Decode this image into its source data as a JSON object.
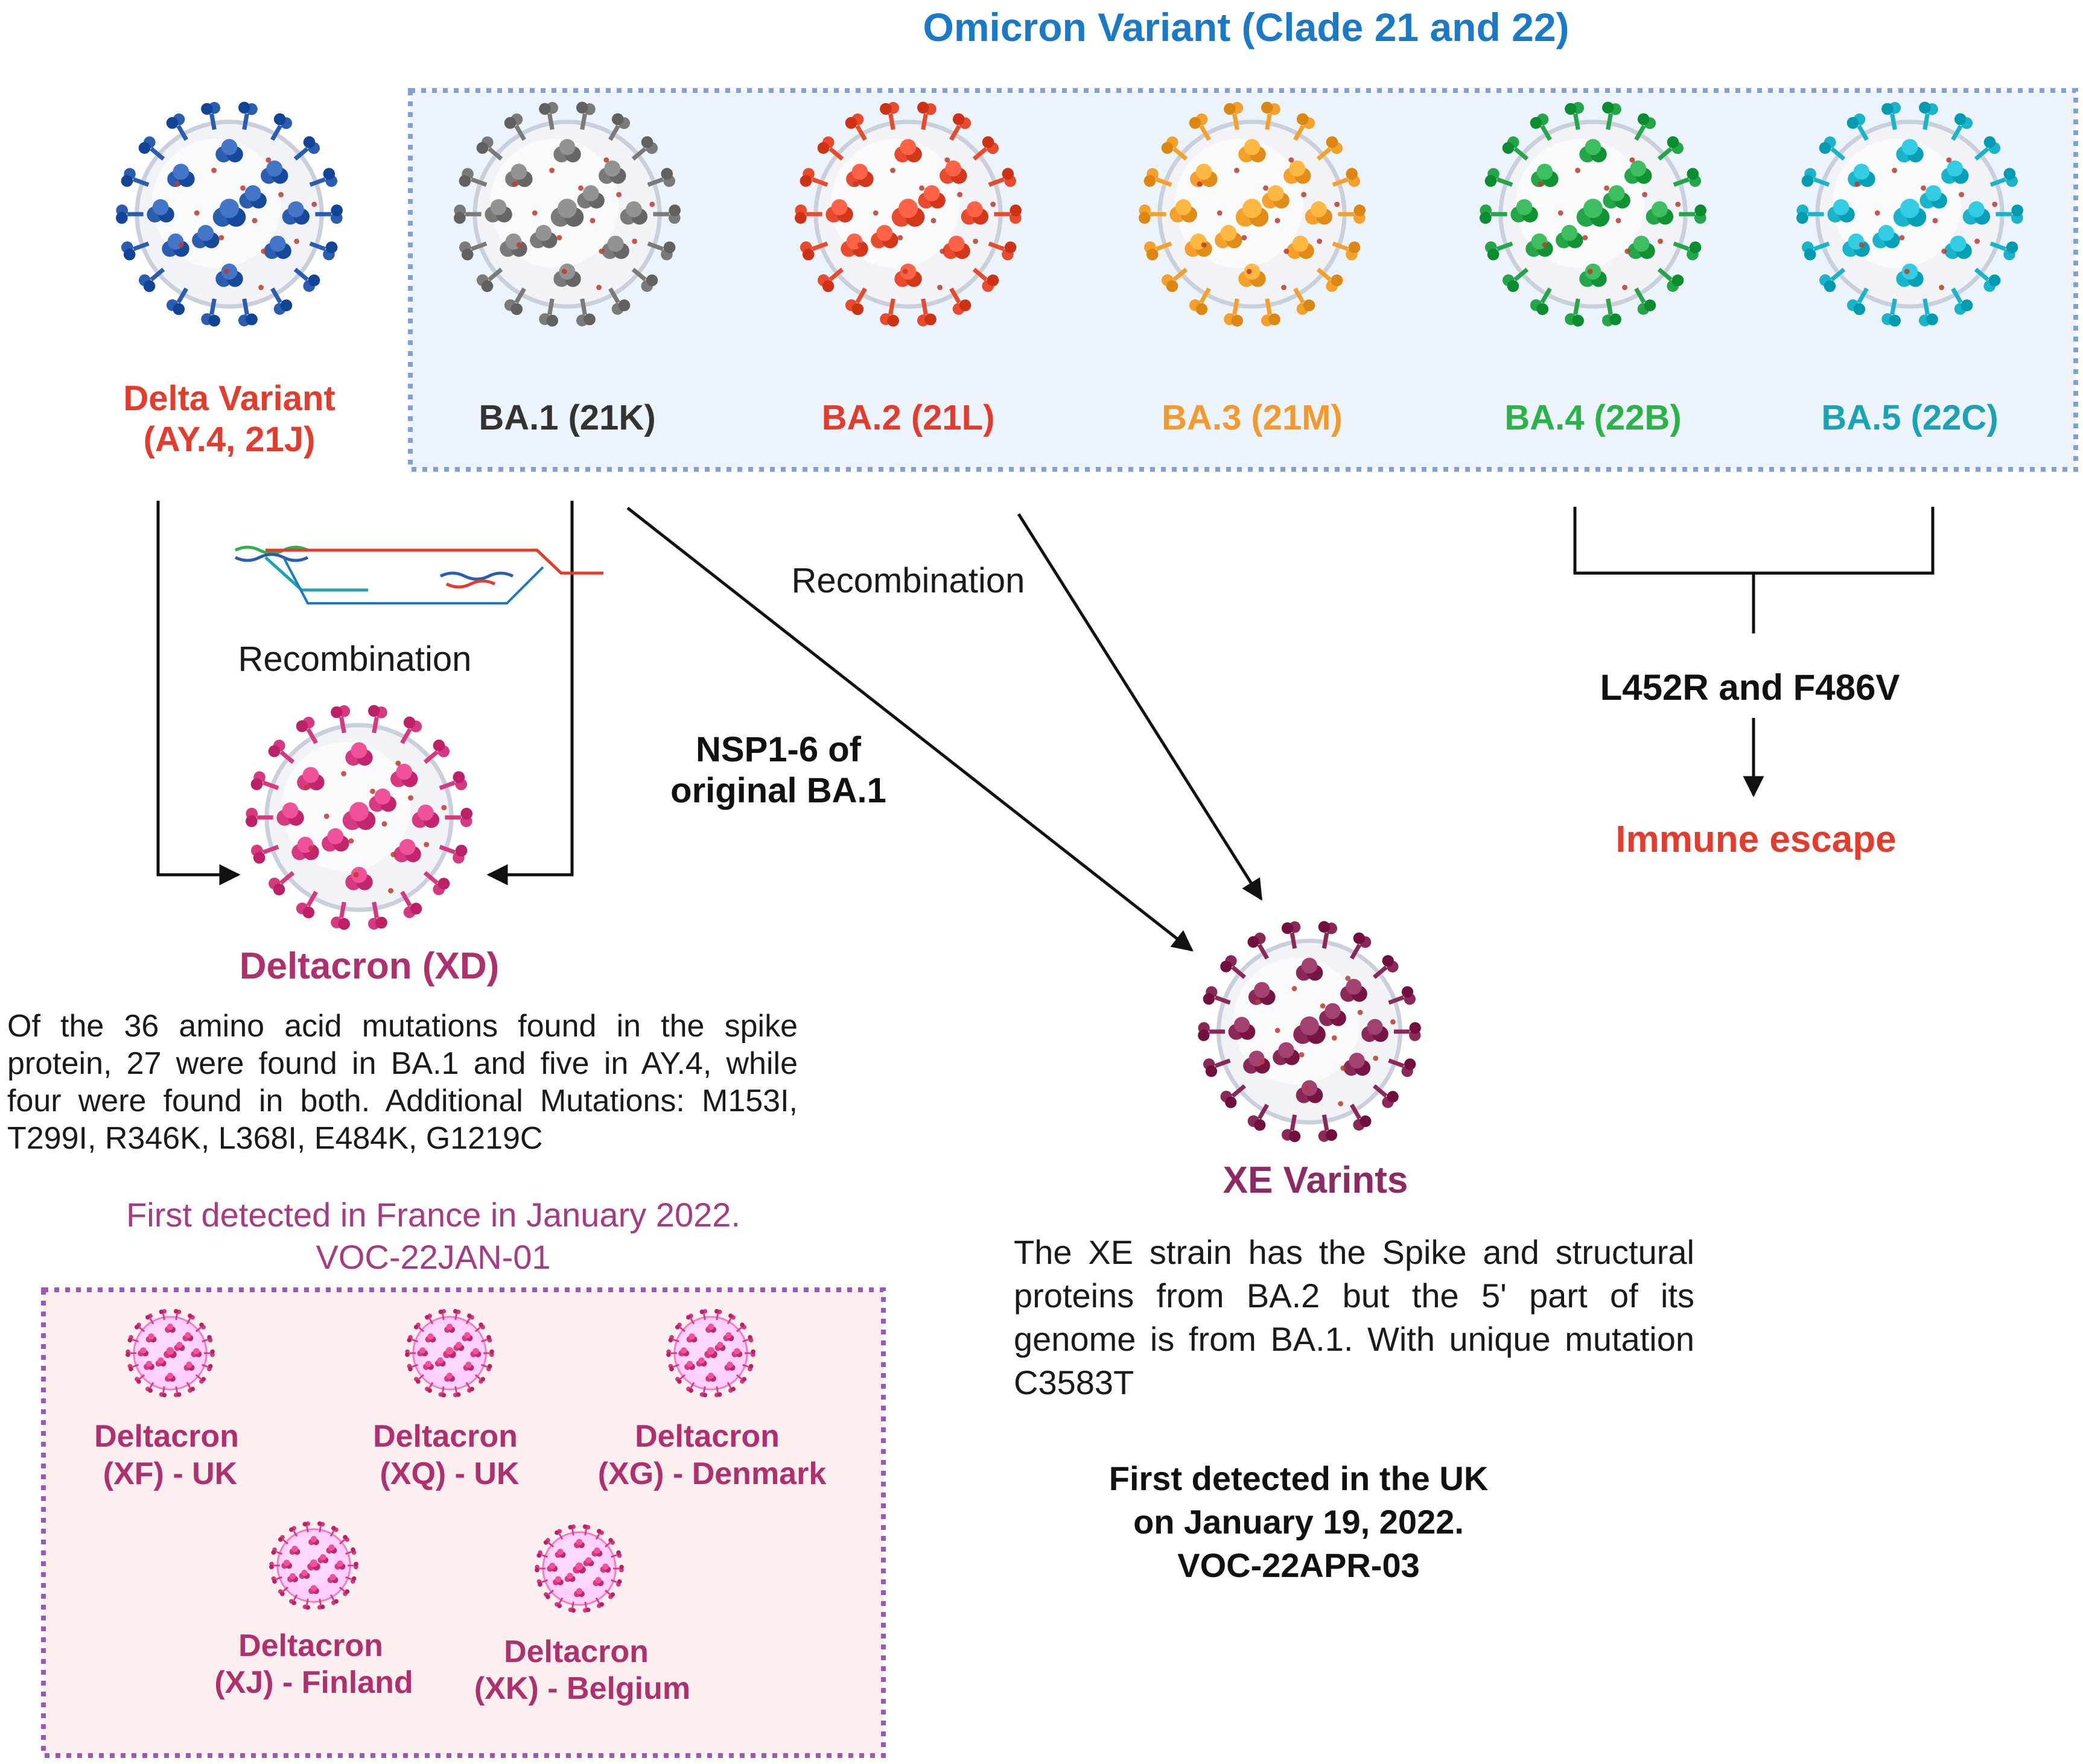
{
  "omicron": {
    "title": "Omicron Variant (Clade 21 and 22)",
    "variants": [
      {
        "label": "BA.1 (21K)",
        "color": "#333333",
        "virus_color": "#7a7a7a"
      },
      {
        "label": "BA.2 (21L)",
        "color": "#e53b2c",
        "virus_color": "#e84a2e"
      },
      {
        "label": "BA.3 (21M)",
        "color": "#f39a2a",
        "virus_color": "#f5a02a"
      },
      {
        "label": "BA.4 (22B)",
        "color": "#2bb34a",
        "virus_color": "#23a548"
      },
      {
        "label": "BA.5 (22C)",
        "color": "#1aa3b5",
        "virus_color": "#19b4c9"
      }
    ]
  },
  "delta": {
    "label_line1": "Delta Variant",
    "label_line2": "(AY.4, 21J)",
    "color": "#e53b2c",
    "virus_color": "#2a5db0"
  },
  "recombination_left": "Recombination",
  "recombination_center": "Recombination",
  "nsp": {
    "line1": "NSP1-6 of",
    "line2": "original BA.1"
  },
  "mutations": {
    "label": "L452R and F486V",
    "result": "Immune escape",
    "result_color": "#e53b2c"
  },
  "deltacron": {
    "title": "Deltacron (XD)",
    "color": "#b0306e",
    "virus_color": "#d6397f",
    "description": "Of the 36 amino acid mutations found in the spike protein, 27 were found in BA.1 and five in AY.4, while four were found in both. Additional Mutations: M153I, T299I, R346K, L368I, E484K, G1219C",
    "detected_line1": "First detected in France in January 2022.",
    "detected_line2": "VOC-22JAN-01",
    "subvariants": [
      {
        "line1": "Deltacron",
        "line2": "(XF) - UK"
      },
      {
        "line1": "Deltacron",
        "line2": "(XQ) - UK"
      },
      {
        "line1": "Deltacron",
        "line2": "(XG) - Denmark"
      },
      {
        "line1": "Deltacron",
        "line2": "(XJ) - Finland"
      },
      {
        "line1": "Deltacron",
        "line2": "(XK) - Belgium"
      }
    ]
  },
  "xe": {
    "title": "XE Varints",
    "color": "#8e2a62",
    "virus_color": "#8a2858",
    "description": "The XE strain has the Spike and structural proteins from BA.2 but the 5' part of its genome is from BA.1.  With unique mutation C3583T",
    "detected_line1": "First detected in the UK",
    "detected_line2": "on January 19, 2022.",
    "detected_line3": "VOC-22APR-03"
  }
}
